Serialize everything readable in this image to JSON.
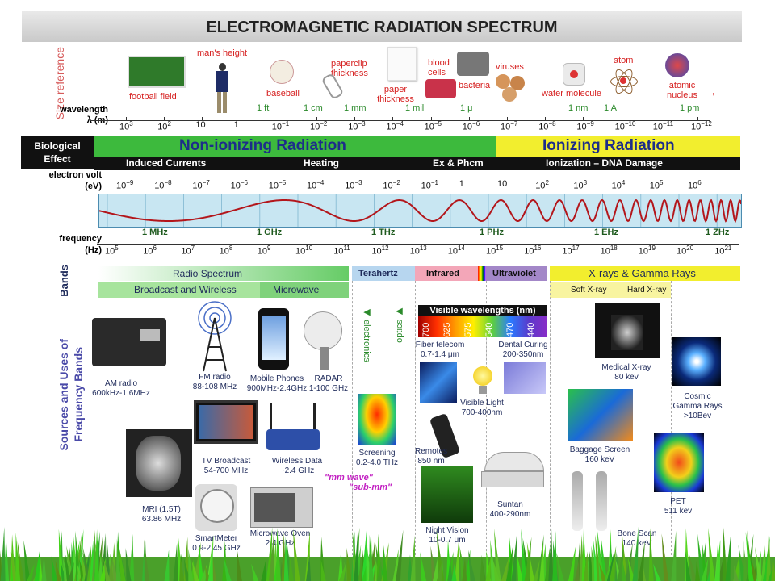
{
  "title": "ELECTROMAGNETIC RADIATION SPECTRUM",
  "size_reference": {
    "axis_label": "Size reference",
    "items": [
      {
        "label": "football field"
      },
      {
        "label": "man's height"
      },
      {
        "label": "baseball"
      },
      {
        "label": "paperclip thickness"
      },
      {
        "label": "paper thickness"
      },
      {
        "label": "blood cells"
      },
      {
        "label": "bacteria"
      },
      {
        "label": "viruses"
      },
      {
        "label": "water molecule"
      },
      {
        "label": "atom"
      },
      {
        "label": "atomic nucleus"
      }
    ],
    "units": [
      "1 ft",
      "1 cm",
      "1 mm",
      "1 mil",
      "1 μ",
      "1 nm",
      "1 A",
      "1 pm"
    ]
  },
  "wavelength_axis": {
    "label_line1": "wavelength",
    "label_line2": "λ (m)",
    "ticks": [
      "10",
      "10",
      "10",
      "1",
      "10",
      "10",
      "10",
      "10",
      "10",
      "10",
      "10",
      "10",
      "10",
      "10",
      "10",
      "10"
    ],
    "exponents": [
      "3",
      "2",
      "",
      "",
      "−1",
      "−2",
      "−3",
      "−4",
      "−5",
      "−6",
      "−7",
      "−8",
      "−9",
      "−10",
      "−11",
      "−12"
    ]
  },
  "bio_effect": {
    "label_line1": "Biological",
    "label_line2": "Effect",
    "nonionizing": "Non-ionizing Radiation",
    "ionizing": "Ionizing Radiation",
    "effects": [
      "Induced Currents",
      "Heating",
      "Ex & Phcm",
      "Ionization – DNA Damage"
    ]
  },
  "ev_axis": {
    "label_line1": "electron volt",
    "label_line2": "(eV)",
    "ticks": [
      "10",
      "10",
      "10",
      "10",
      "10",
      "10",
      "10",
      "10",
      "10",
      "1",
      "10",
      "10",
      "10",
      "10",
      "10",
      "10"
    ],
    "exponents": [
      "−9",
      "−8",
      "−7",
      "−6",
      "−5",
      "−4",
      "−3",
      "−2",
      "−1",
      "",
      "",
      "2",
      "3",
      "4",
      "5",
      "6"
    ]
  },
  "freq_markers": [
    "1 MHz",
    "1 GHz",
    "1 THz",
    "1 PHz",
    "1 EHz",
    "1 ZHz"
  ],
  "hz_axis": {
    "label_line1": "frequency",
    "label_line2": "(Hz)",
    "exponents": [
      "5",
      "6",
      "7",
      "8",
      "9",
      "10",
      "11",
      "12",
      "13",
      "14",
      "15",
      "16",
      "17",
      "18",
      "19",
      "20",
      "21"
    ],
    "base": "10"
  },
  "bands": {
    "axis_label": "Bands",
    "radio": "Radio Spectrum",
    "broadcast": "Broadcast and Wireless",
    "microwave": "Microwave",
    "terahertz": "Terahertz",
    "infrared": "Infrared",
    "ultraviolet": "Ultraviolet",
    "xrays": "X-rays & Gamma Rays",
    "soft_xray": "Soft X-ray",
    "hard_xray": "Hard X-ray"
  },
  "sources": {
    "axis_label_line1": "Sources and Uses of",
    "axis_label_line2": "Frequency Bands",
    "electronics": "electronics",
    "optics": "optics",
    "visible_title": "Visible wavelengths (nm)",
    "visible_nm": [
      "700",
      "625",
      "575",
      "540",
      "470",
      "440"
    ],
    "mm_wave": "\"mm wave\"",
    "sub_mm": "\"sub-mm\"",
    "devices": [
      {
        "name": "AM radio",
        "detail": "600kHz-1.6MHz"
      },
      {
        "name": "FM radio",
        "detail": "88-108 MHz"
      },
      {
        "name": "Mobile Phones",
        "detail": "900MHz-2.4GHz"
      },
      {
        "name": "RADAR",
        "detail": "1-100 GHz"
      },
      {
        "name": "TV Broadcast",
        "detail": "54-700 MHz"
      },
      {
        "name": "Wireless Data",
        "detail": "~2.4 GHz"
      },
      {
        "name": "MRI (1.5T)",
        "detail": "63.86 MHz"
      },
      {
        "name": "SmartMeter",
        "detail": "0.9-2.45 GHz"
      },
      {
        "name": "Microwave Oven",
        "detail": "2.4 GHz"
      },
      {
        "name": "Screening",
        "detail": "0.2-4.0 THz"
      },
      {
        "name": "Fiber telecom",
        "detail": "0.7-1.4 μm"
      },
      {
        "name": "Visible Light",
        "detail": "700-400nm"
      },
      {
        "name": "Remotes",
        "detail": "850 nm"
      },
      {
        "name": "Night Vision",
        "detail": "10-0.7 μm"
      },
      {
        "name": "Dental Curing",
        "detail": "200-350nm"
      },
      {
        "name": "Suntan",
        "detail": "400-290nm"
      },
      {
        "name": "Medical X-ray",
        "detail": "80 kev"
      },
      {
        "name": "Baggage Screen",
        "detail": "160 keV"
      },
      {
        "name": "Bone Scan",
        "detail": "140 keV"
      },
      {
        "name": "Cosmic Gamma Rays",
        "detail": ">10Bev"
      },
      {
        "name": "PET",
        "detail": "511 kev"
      }
    ]
  },
  "colors": {
    "nonionizing": "#3dba3d",
    "ionizing": "#f2ee2e",
    "wave": "#b3161b",
    "wave_bg": "#c8e6f2"
  }
}
